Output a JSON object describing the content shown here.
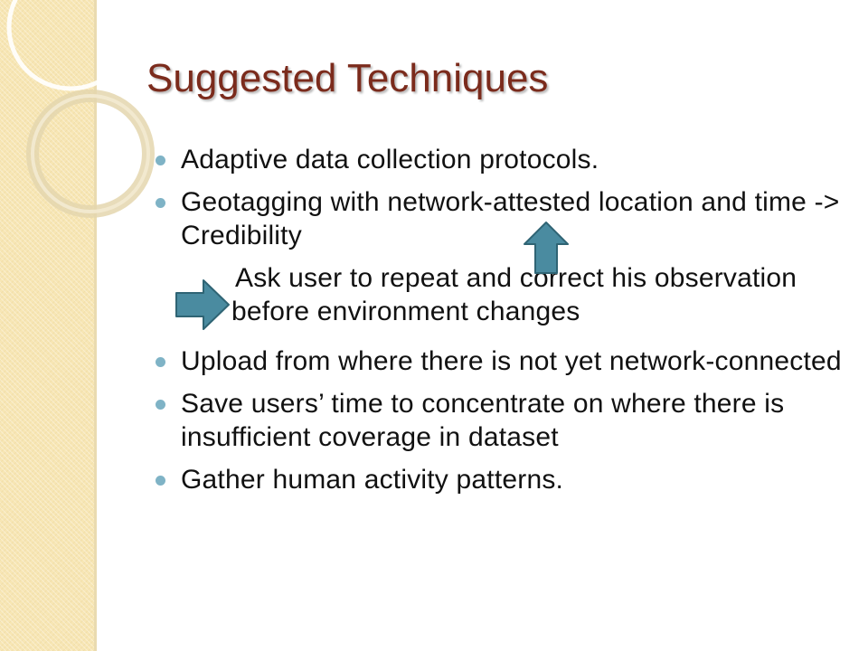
{
  "slide": {
    "title": "Suggested Techniques",
    "accent_color": "#7b2b1c",
    "bullet_color": "#7fb3c6",
    "arrow_color": "#4a8ba0",
    "bullets": [
      {
        "text": "Adaptive data collection protocols."
      },
      {
        "text": "Geotagging with network-attested location and time -> Credibility"
      },
      {
        "text": "Upload from where there is not yet network-connected"
      },
      {
        "text": "Save users’ time to concentrate on where there is insufficient coverage in dataset"
      },
      {
        "text": "Gather human activity patterns."
      }
    ],
    "sub_point": "Ask user to repeat and correct his observation before environment changes",
    "icons": {
      "up_arrow": "arrow-up-icon",
      "right_arrow": "arrow-right-icon"
    }
  }
}
